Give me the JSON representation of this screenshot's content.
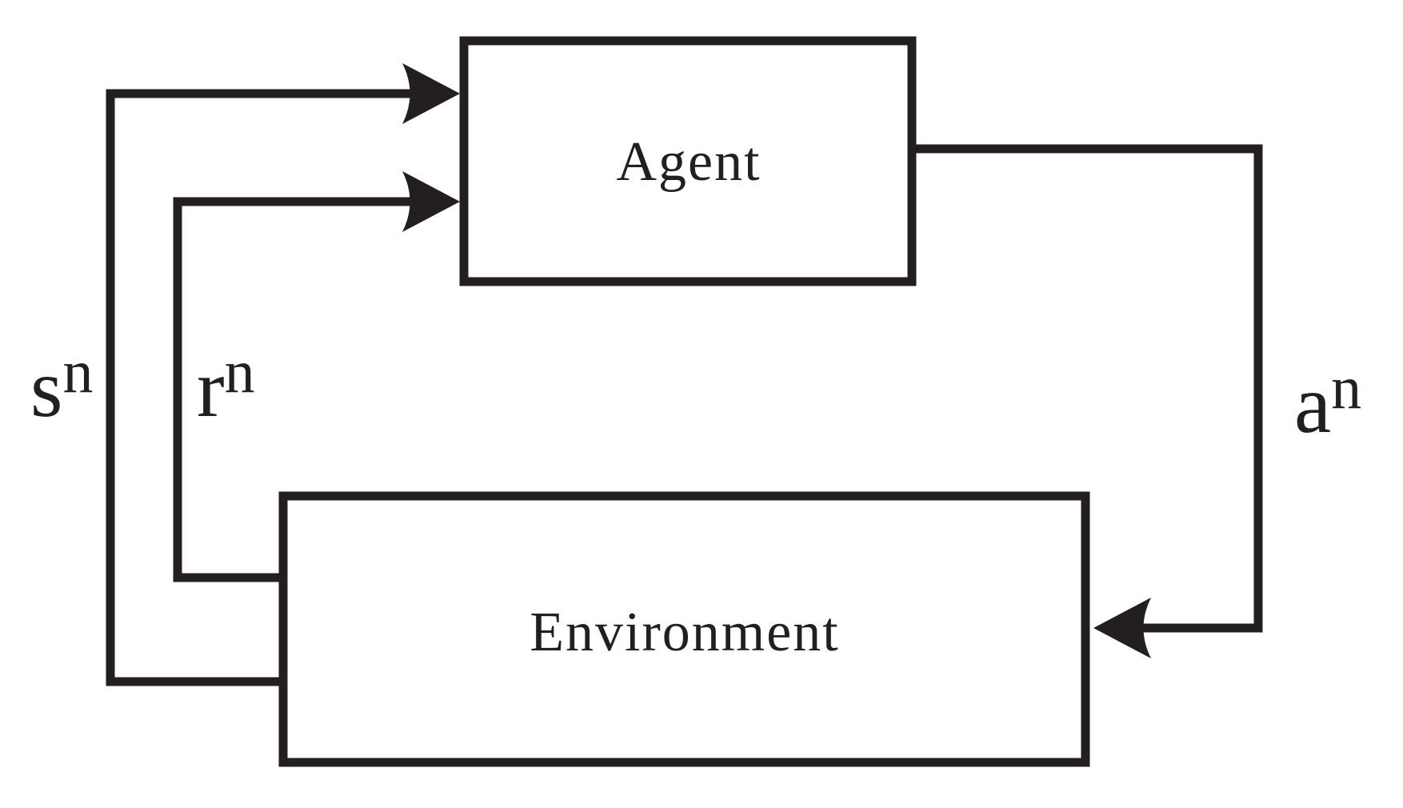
{
  "diagram": {
    "agent": {
      "label": "Agent"
    },
    "environment": {
      "label": "Environment"
    },
    "edges": {
      "state": {
        "base": "s",
        "sup": "n"
      },
      "reward": {
        "base": "r",
        "sup": "n"
      },
      "action": {
        "base": "a",
        "sup": "n"
      }
    },
    "colors": {
      "stroke": "#231f20",
      "background": "#ffffff"
    }
  }
}
